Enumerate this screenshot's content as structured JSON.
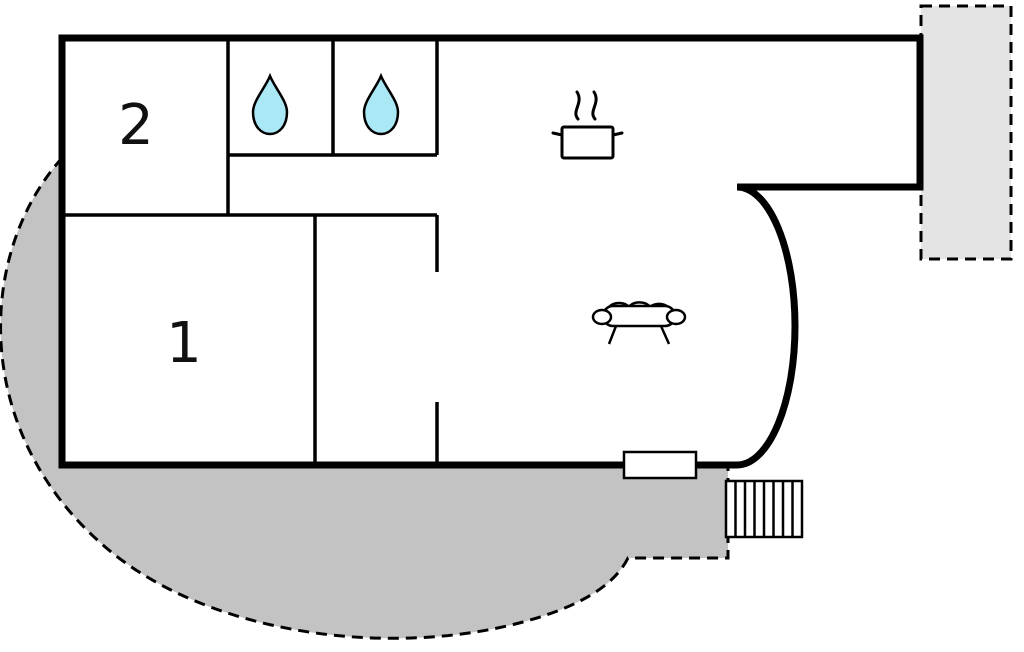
{
  "floorplan": {
    "rooms": [
      {
        "label": "2"
      },
      {
        "label": "1"
      }
    ],
    "icons": {
      "bathroom_symbol": "water-drop-icon",
      "kitchen_symbol": "cooking-pot-icon",
      "living_symbol": "sofa-icon",
      "entry_symbol": "stairs-icon",
      "entrance_symbol": "door-symbol"
    },
    "colors": {
      "wall": "#000000",
      "interior": "#ffffff",
      "terrace": "#c3c3c3",
      "carport": "#e4e4e4",
      "water_drop": "#aae8f6"
    }
  }
}
